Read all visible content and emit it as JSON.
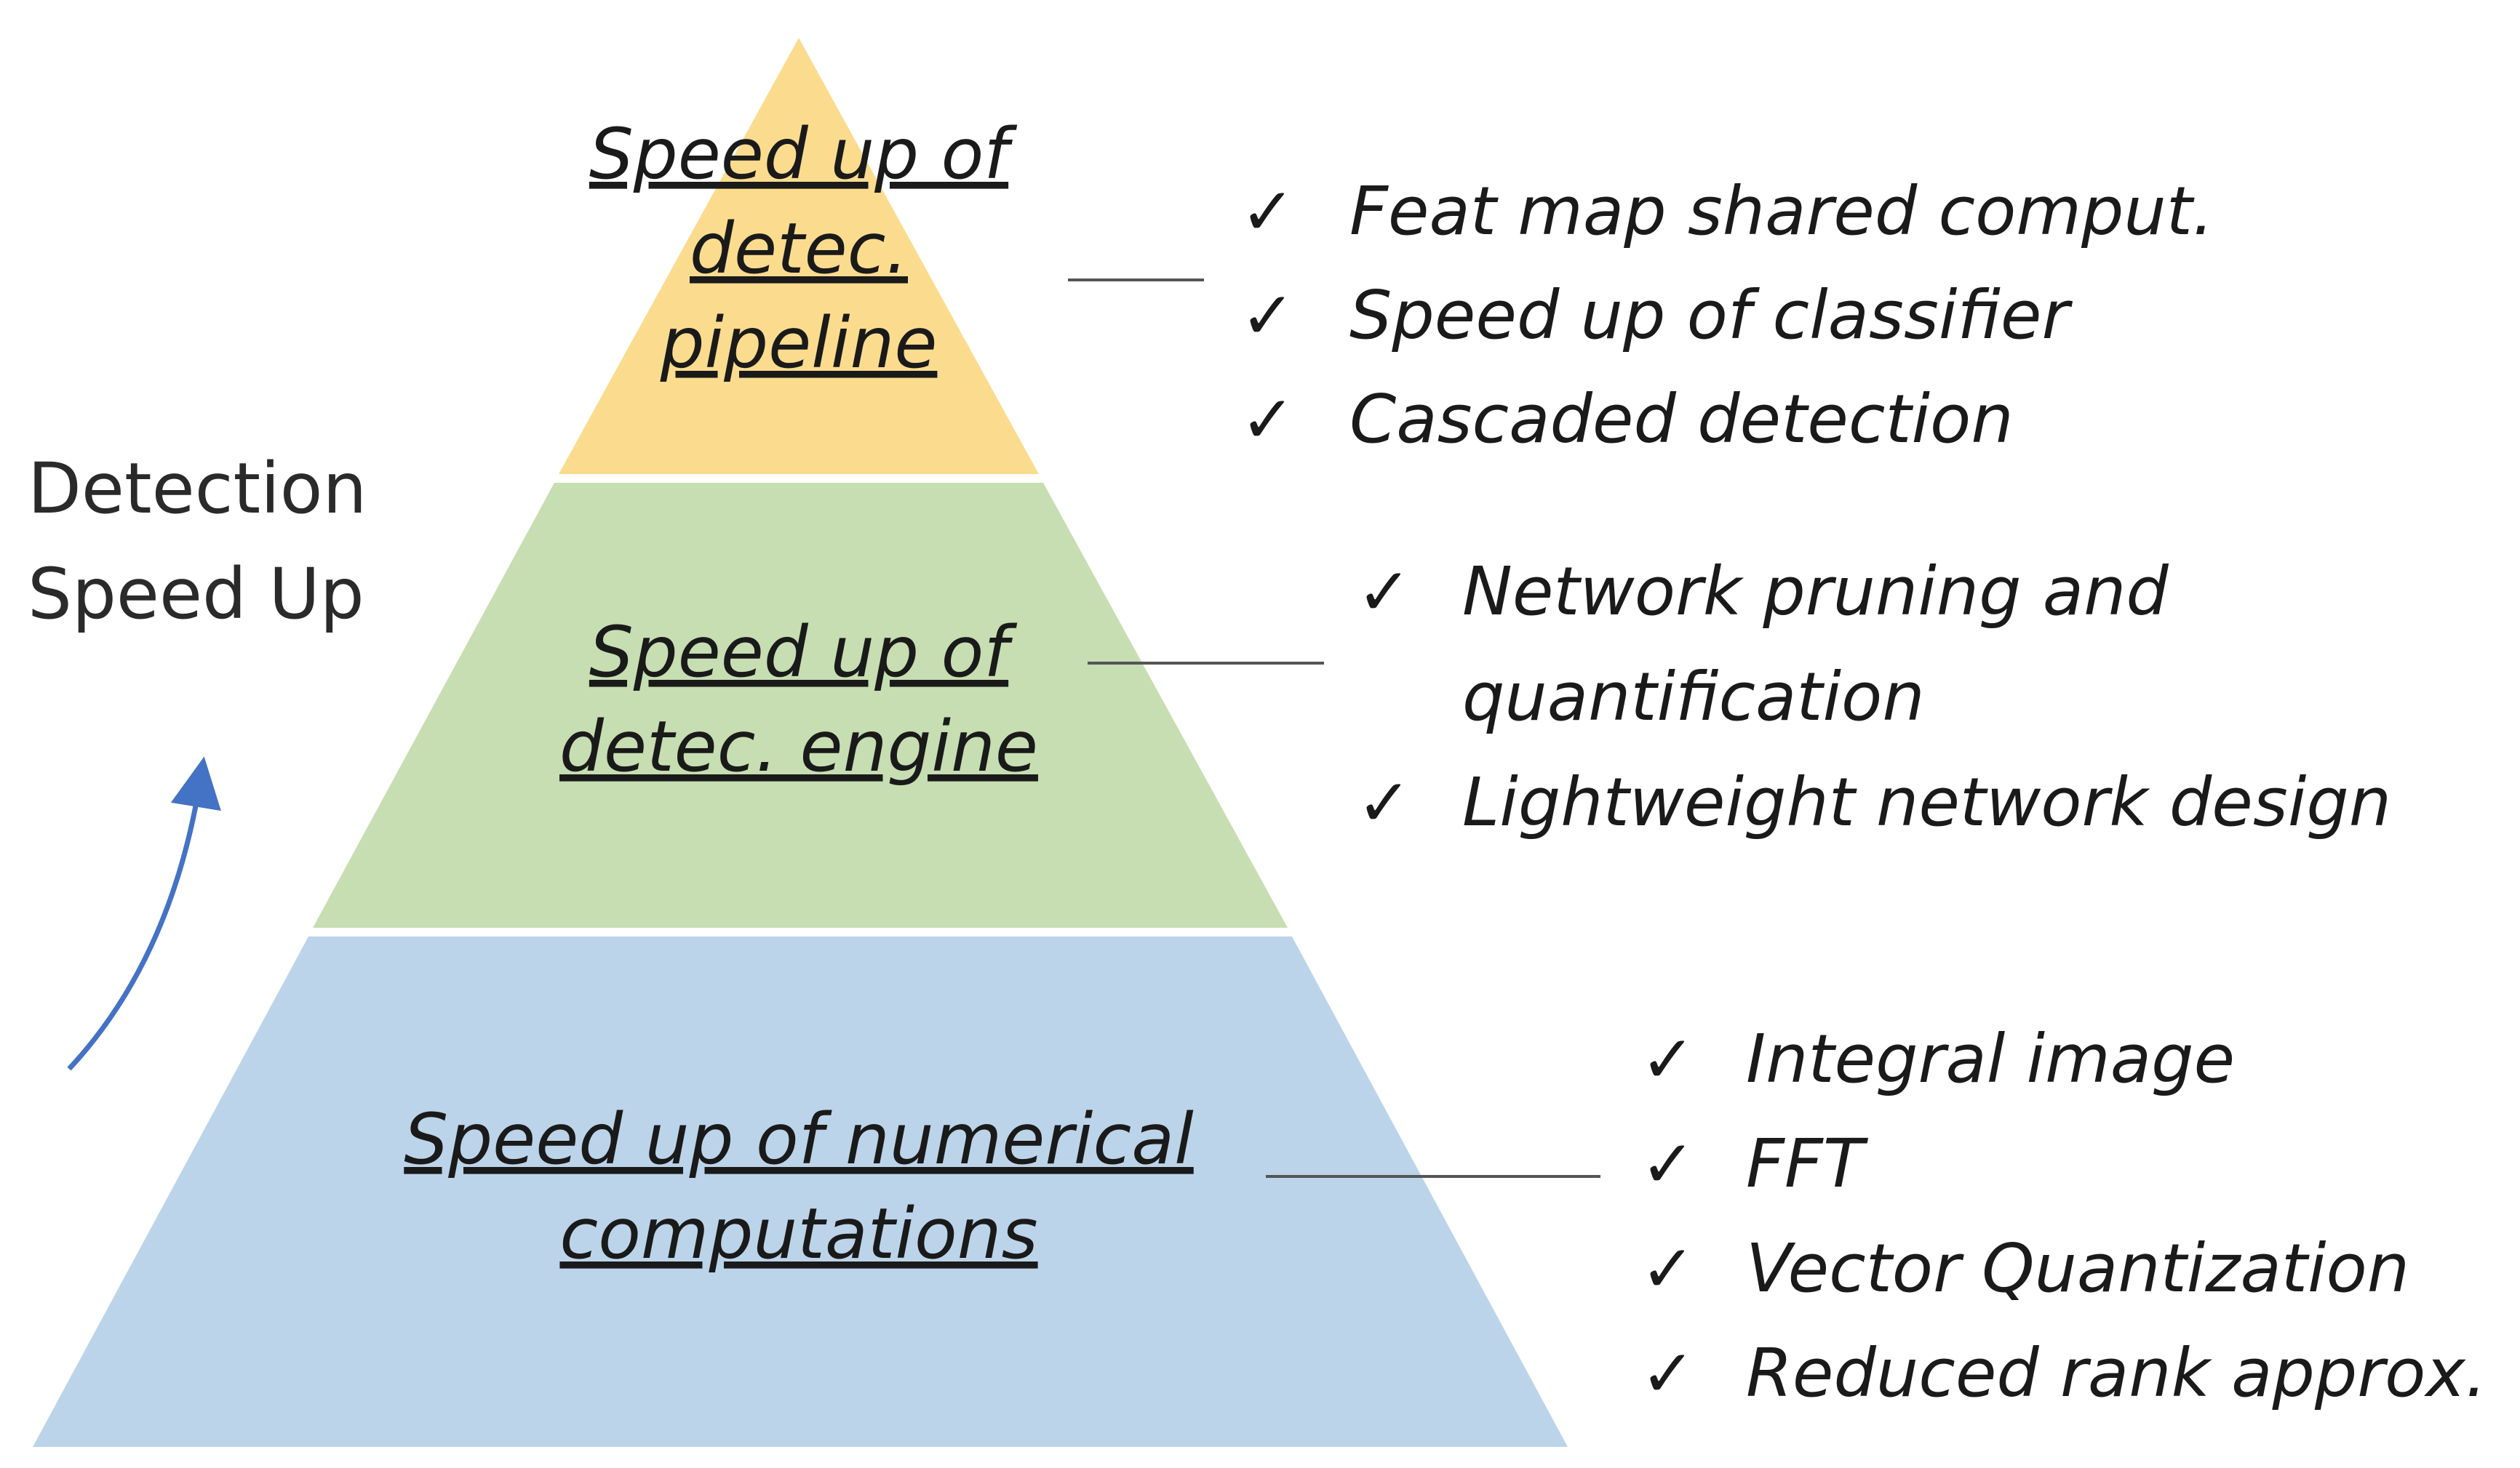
{
  "side_label": {
    "line1": "Detection",
    "line2": "Speed Up"
  },
  "colors": {
    "tier_top": "#fbdc8e",
    "tier_middle": "#c6deb1",
    "tier_bottom": "#bcd4ea",
    "arrow": "#4472c4"
  },
  "check_mark": "✓",
  "tiers": {
    "top": {
      "label_lines": [
        "Speed up of",
        "detec.",
        "pipeline"
      ],
      "items": [
        "Feat map shared comput.",
        "Speed up of classifier",
        "Cascaded detection"
      ]
    },
    "middle": {
      "label_lines": [
        "Speed up of",
        "detec. engine"
      ],
      "items": [
        "Network pruning and",
        "quantification",
        "Lightweight network design"
      ]
    },
    "bottom": {
      "label_lines": [
        "Speed up of numerical",
        "computations"
      ],
      "items": [
        "Integral image",
        "FFT",
        "Vector Quantization",
        "Reduced rank approx."
      ]
    }
  }
}
